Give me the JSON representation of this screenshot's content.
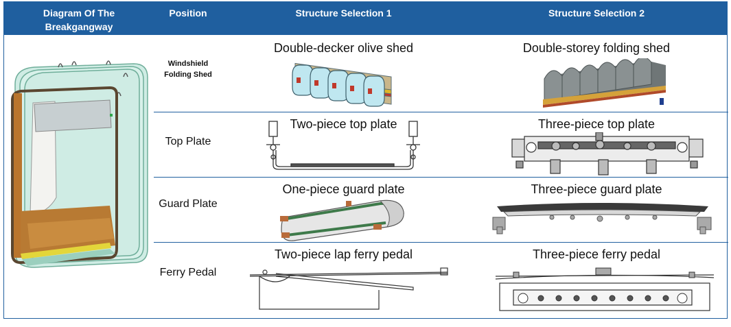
{
  "header": {
    "col_diagram": "Diagram Of The Breakgangway",
    "col_position": "Position",
    "col_sel1": "Structure Selection 1",
    "col_sel2": "Structure Selection 2"
  },
  "rows": [
    {
      "position": "Windshield Folding Shed",
      "sel1": "Double-decker olive shed",
      "sel2": "Double-storey folding shed"
    },
    {
      "position": "Top Plate",
      "sel1": "Two-piece top plate",
      "sel2": "Three-piece top plate"
    },
    {
      "position": "Guard Plate",
      "sel1": "One-piece guard plate",
      "sel2": "Three-piece guard plate"
    },
    {
      "position": "Ferry Pedal",
      "sel1": "Two-piece lap ferry pedal",
      "sel2": "Three-piece ferry pedal"
    }
  ],
  "colors": {
    "header_bg": "#1f5f9f",
    "header_text": "#ffffff"
  }
}
